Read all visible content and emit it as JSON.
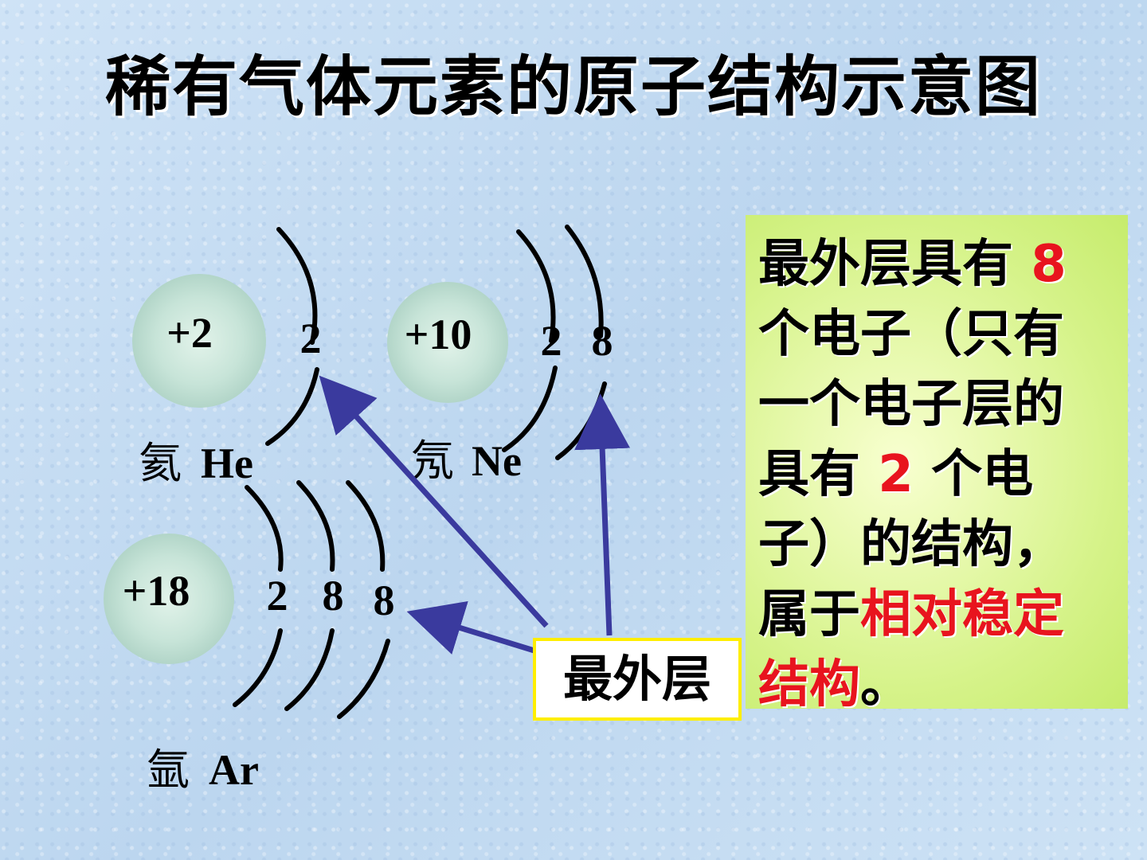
{
  "title": "稀有气体元素的原子结构示意图",
  "atoms": {
    "he": {
      "nucleus": "+2",
      "shells": [
        "2"
      ],
      "name": "氦",
      "symbol": "He"
    },
    "ne": {
      "nucleus": "+10",
      "shells": [
        "2",
        "8"
      ],
      "name": "氖",
      "symbol": "Ne"
    },
    "ar": {
      "nucleus": "+18",
      "shells": [
        "2",
        "8",
        "8"
      ],
      "name": "氩",
      "symbol": "Ar"
    }
  },
  "outer_label": "最外层",
  "info": {
    "line1": "最外层具有",
    "num8": "8",
    "line2": "个电子（只有",
    "line3": "一个电子层的",
    "line4a": "具有",
    "num2": "2",
    "line4b": "个电",
    "line5": "子）的结构，",
    "line6a": "属于",
    "line6b": "相对稳定",
    "line7a": "结构",
    "line7b": "。"
  },
  "colors": {
    "arrow": "#3a3a9e",
    "highlight": "#e8141e",
    "label_border": "#ffee00"
  }
}
